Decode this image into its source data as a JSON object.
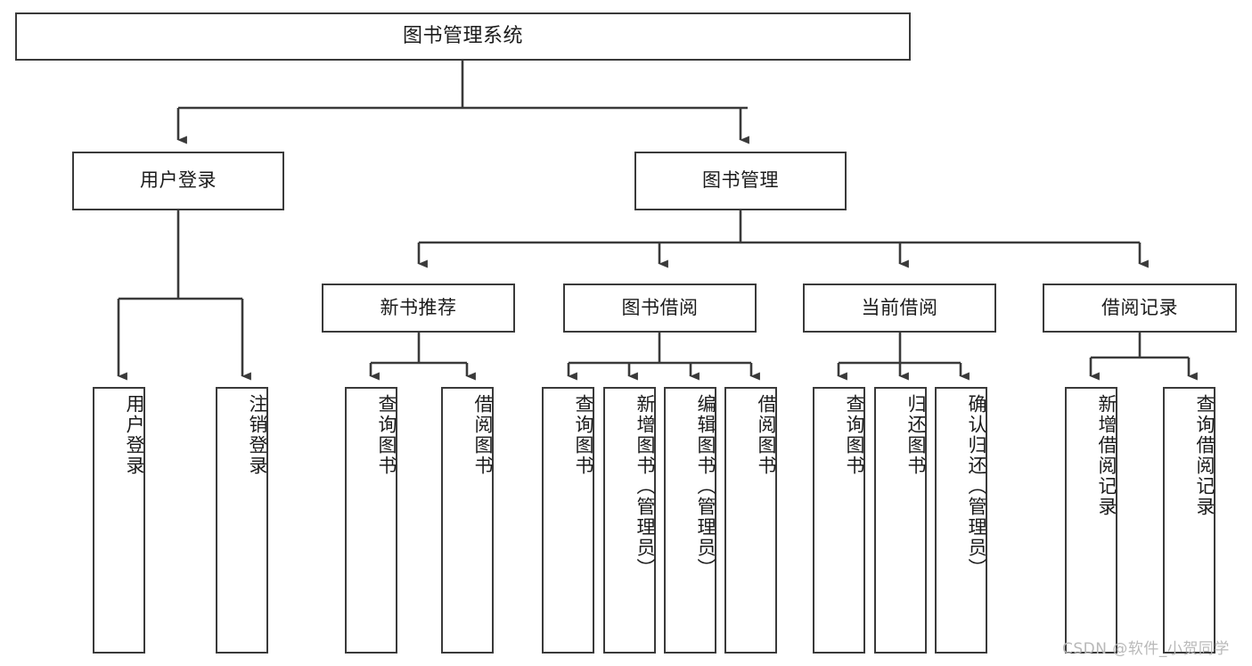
{
  "diagram": {
    "title": "图书管理系统",
    "type": "tree",
    "levels": 4,
    "nodes": {
      "root": {
        "label": "图书管理系统"
      },
      "level2": [
        {
          "id": "user-login",
          "label": "用户登录"
        },
        {
          "id": "book-management",
          "label": "图书管理"
        }
      ],
      "level3": [
        {
          "id": "new-book-recommend",
          "label": "新书推荐"
        },
        {
          "id": "book-borrow",
          "label": "图书借阅"
        },
        {
          "id": "current-borrow",
          "label": "当前借阅"
        },
        {
          "id": "borrow-record",
          "label": "借阅记录"
        }
      ],
      "leaves": [
        {
          "id": "leaf-user-login",
          "label": "用户登录",
          "parent": "user-login"
        },
        {
          "id": "leaf-logout-login",
          "label": "注销登录",
          "parent": "user-login"
        },
        {
          "id": "leaf-query-book-1",
          "label": "查询图书",
          "parent": "new-book-recommend"
        },
        {
          "id": "leaf-borrow-book-1",
          "label": "借阅图书",
          "parent": "new-book-recommend"
        },
        {
          "id": "leaf-query-book-2",
          "label": "查询图书",
          "parent": "book-borrow"
        },
        {
          "id": "leaf-add-book",
          "label": "新增图书（管理员）",
          "parent": "book-borrow"
        },
        {
          "id": "leaf-edit-book",
          "label": "编辑图书（管理员）",
          "parent": "book-borrow"
        },
        {
          "id": "leaf-borrow-book-2",
          "label": "借阅图书",
          "parent": "book-borrow"
        },
        {
          "id": "leaf-query-book-3",
          "label": "查询图书",
          "parent": "current-borrow"
        },
        {
          "id": "leaf-return-book",
          "label": "归还图书",
          "parent": "current-borrow"
        },
        {
          "id": "leaf-confirm-return",
          "label": "确认归还（管理员）",
          "parent": "current-borrow"
        },
        {
          "id": "leaf-add-borrow-record",
          "label": "新增借阅记录",
          "parent": "borrow-record"
        },
        {
          "id": "leaf-query-borrow-record",
          "label": "查询借阅记录",
          "parent": "borrow-record"
        }
      ]
    },
    "colors": {
      "stroke": "#3a3a3a",
      "fill": "#ffffff",
      "text": "#1b1b1b",
      "watermark": "#b9b9b9"
    }
  },
  "watermark": {
    "text": "CSDN @软件_小贺同学"
  }
}
